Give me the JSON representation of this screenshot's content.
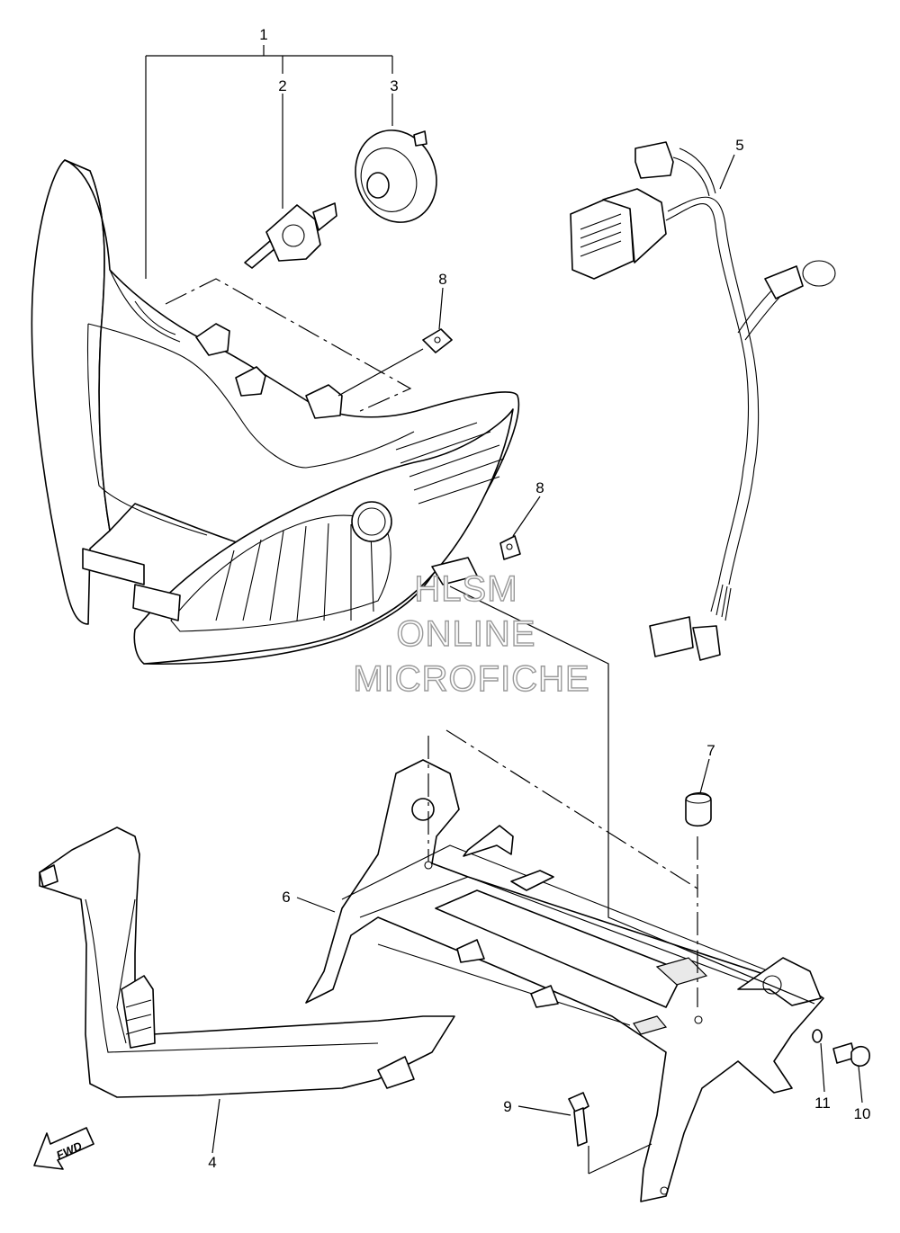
{
  "callouts": {
    "c1": "1",
    "c2": "2",
    "c3": "3",
    "c4": "4",
    "c5": "5",
    "c6": "6",
    "c7": "7",
    "c8a": "8",
    "c8b": "8",
    "c9": "9",
    "c10": "10",
    "c11": "11"
  },
  "fwd_label": "FWD",
  "watermark": {
    "line1": "HLSM",
    "line2": "ONLINE",
    "line3": "MICROFICHE"
  },
  "colors": {
    "line": "#000000",
    "watermark_outline": "#9a9a9a",
    "background": "#ffffff"
  }
}
